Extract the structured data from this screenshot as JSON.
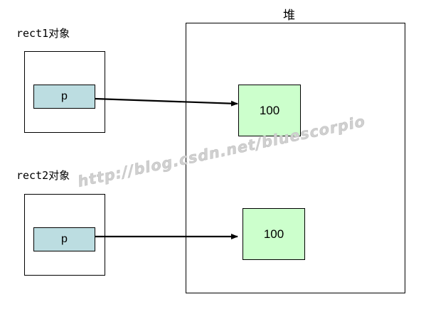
{
  "objects": [
    {
      "label": "rect1对象",
      "pointer": "p"
    },
    {
      "label": "rect2对象",
      "pointer": "p"
    }
  ],
  "heap": {
    "title": "堆",
    "values": [
      "100",
      "100"
    ]
  },
  "watermark": "http://blog.csdn.net/bluescorpio",
  "colors": {
    "pointer_fill": "#bcdde1",
    "value_fill": "#ccffcc",
    "watermark": "#d0d0d0"
  }
}
